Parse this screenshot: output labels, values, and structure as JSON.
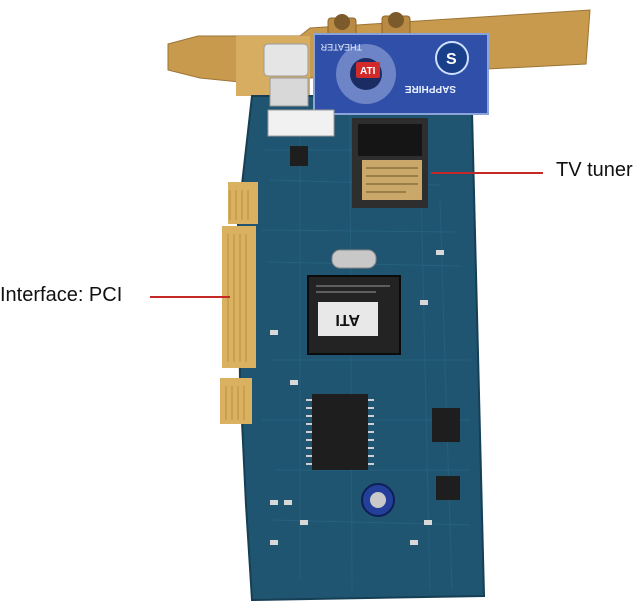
{
  "callouts": {
    "tuner": "TV tuner",
    "interface": "Interface: PCI"
  },
  "chips": {
    "gpu_logo": "ATI"
  },
  "sticker": {
    "brand": "SAPPHIRE",
    "product": "THEATER"
  },
  "colors": {
    "background": "#ffffff",
    "pcb": "#1f5570",
    "pcb_dark": "#163f55",
    "gold": "#d9b160",
    "bracket": "#c89a4e",
    "leader": "#c62828",
    "label_text": "#111111"
  }
}
